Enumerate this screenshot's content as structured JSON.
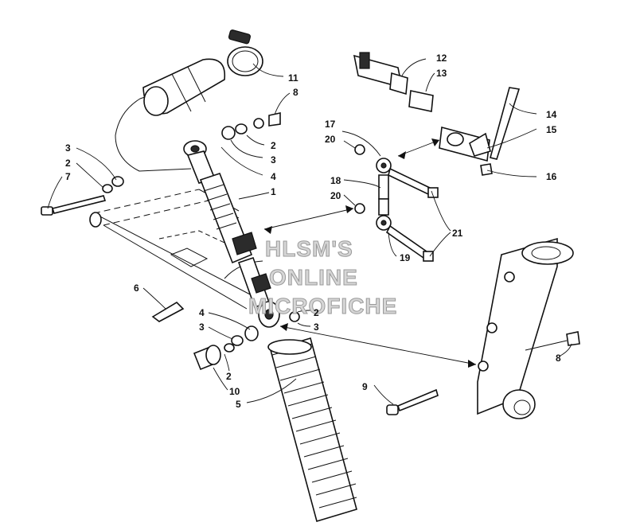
{
  "watermark": {
    "line1": "HLSM'S",
    "line2": "ONLINE",
    "line3": "MICROFICHE",
    "color": "#9a9a9a"
  },
  "callouts": [
    {
      "id": "c11",
      "text": "11"
    },
    {
      "id": "c8a",
      "text": "8"
    },
    {
      "id": "c12",
      "text": "12"
    },
    {
      "id": "c13",
      "text": "13"
    },
    {
      "id": "c14",
      "text": "14"
    },
    {
      "id": "c15",
      "text": "15"
    },
    {
      "id": "c16",
      "text": "16"
    },
    {
      "id": "c17",
      "text": "17"
    },
    {
      "id": "c20a",
      "text": "20"
    },
    {
      "id": "c18",
      "text": "18"
    },
    {
      "id": "c20b",
      "text": "20"
    },
    {
      "id": "c21",
      "text": "21"
    },
    {
      "id": "c19",
      "text": "19"
    },
    {
      "id": "c3a",
      "text": "3"
    },
    {
      "id": "c2a",
      "text": "2"
    },
    {
      "id": "c7",
      "text": "7"
    },
    {
      "id": "c2b",
      "text": "2"
    },
    {
      "id": "c3b",
      "text": "3"
    },
    {
      "id": "c4a",
      "text": "4"
    },
    {
      "id": "c1",
      "text": "1"
    },
    {
      "id": "c6",
      "text": "6"
    },
    {
      "id": "c4b",
      "text": "4"
    },
    {
      "id": "c3c",
      "text": "3"
    },
    {
      "id": "c2c",
      "text": "2"
    },
    {
      "id": "c3d",
      "text": "3"
    },
    {
      "id": "c2d",
      "text": "2"
    },
    {
      "id": "c10",
      "text": "10"
    },
    {
      "id": "c5",
      "text": "5"
    },
    {
      "id": "c9",
      "text": "9"
    },
    {
      "id": "c8b",
      "text": "8"
    }
  ]
}
